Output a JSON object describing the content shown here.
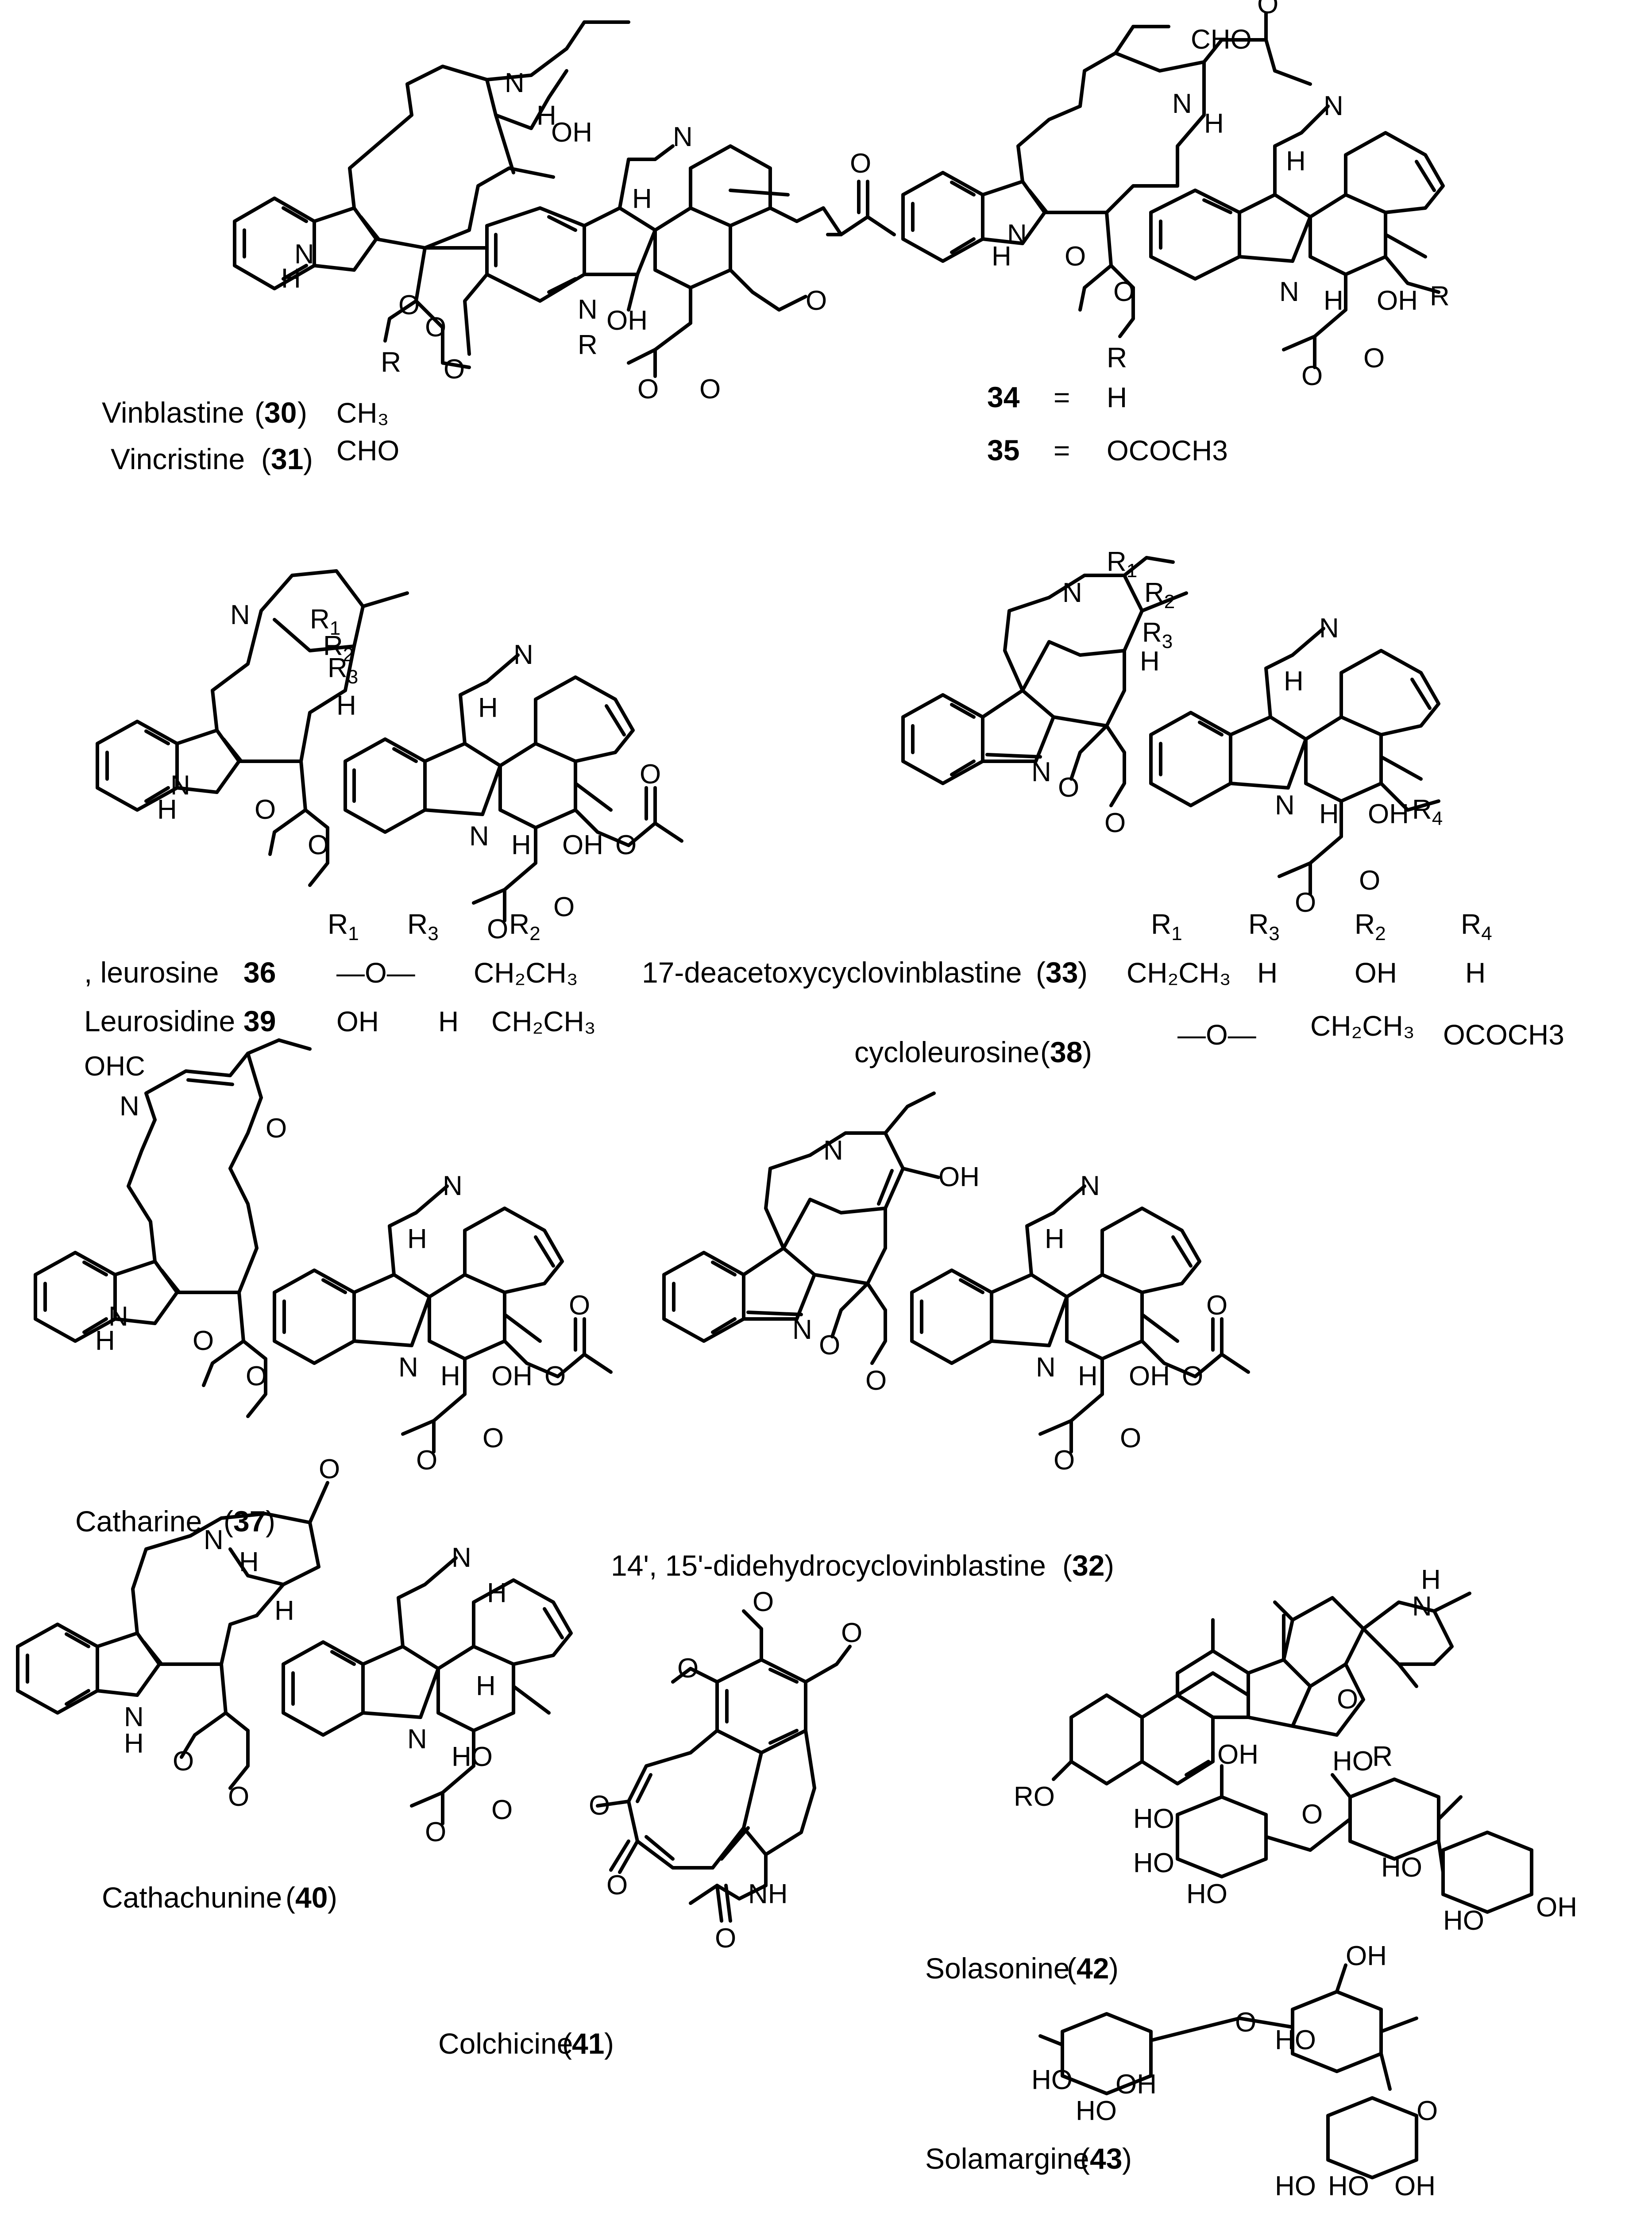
{
  "compounds": {
    "vinblastine": {
      "name": "Vinblastine",
      "number": "30",
      "r": "CH₃"
    },
    "vincristine": {
      "name": "Vincristine",
      "number": "31",
      "r": "CHO"
    },
    "c34": {
      "number": "34",
      "eq": "=",
      "r": "H"
    },
    "c35": {
      "number": "35",
      "eq": "=",
      "r": "OCOCH3"
    },
    "leurosine": {
      "prefix": ", leurosine",
      "number": "36",
      "r1r3": "—O—",
      "r2": "CH₂CH₃"
    },
    "leurosidine": {
      "name": "Leurosidine",
      "number": "39",
      "r1": "OH",
      "r3": "H",
      "r2": "CH₂CH₃"
    },
    "deacetoxy": {
      "name": "17-deacetoxycyclovinblastine",
      "number": "33",
      "r1": "CH₂CH₃",
      "r3": "H",
      "r2": "OH",
      "r4": "H"
    },
    "cycloleurosine": {
      "name": "cycloleurosine",
      "number": "38",
      "r1r3": "—O—",
      "r2": "CH₂CH₃",
      "r4": "OCOCH3"
    },
    "catharine": {
      "name": "Catharine",
      "number": "37"
    },
    "didehydro": {
      "name": "14', 15'-didehydrocyclovinblastine",
      "number": "32"
    },
    "cathachunine": {
      "name": "Cathachunine",
      "number": "40"
    },
    "colchicine": {
      "name": "Colchicine",
      "number": "41"
    },
    "solasonine": {
      "name": "Solasonine",
      "number": "42"
    },
    "solamargine": {
      "name": "Solamargine",
      "number": "43"
    }
  },
  "table_headers": {
    "r": "R",
    "r_34": "R",
    "r_solasodine": "R",
    "r1": "R₁",
    "r2": "R₂",
    "r3": "R₃",
    "r4": "R₄",
    "r1b": "R₁",
    "r2b": "R₂",
    "r3b": "R₃"
  },
  "atoms": {
    "n": "N",
    "nh": "N",
    "h": "H",
    "o": "O",
    "oh": "OH",
    "ho": "HO",
    "cho": "CHO",
    "ohc": "OHC",
    "ro": "RO",
    "r": "R",
    "r1": "R1",
    "r2": "R2",
    "r3": "R3",
    "r4": "R4"
  }
}
